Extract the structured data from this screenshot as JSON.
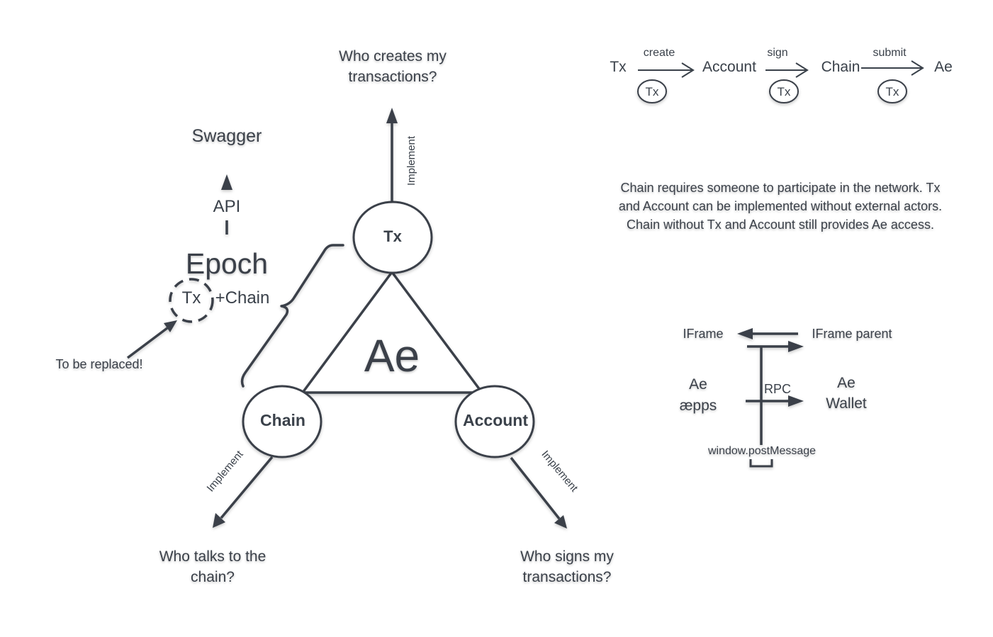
{
  "core": {
    "center_label": "Ae",
    "tx_label": "Tx",
    "chain_label": "Chain",
    "account_label": "Account"
  },
  "questions": {
    "tx_line1": "Who creates my",
    "tx_line2": "transactions?",
    "chain_line1": "Who talks to the",
    "chain_line2": "chain?",
    "account_line1": "Who signs my",
    "account_line2": "transactions?"
  },
  "implement_label": "Implement",
  "epoch": {
    "swagger": "Swagger",
    "api": "API",
    "title": "Epoch",
    "tx": "Tx",
    "chain": "+Chain",
    "replace_note": "To be replaced!"
  },
  "flow": {
    "tx": "Tx",
    "create": "create",
    "account": "Account",
    "sign": "sign",
    "chain": "Chain",
    "submit": "submit",
    "ae": "Ae",
    "token": "Tx"
  },
  "description": {
    "line1": "Chain requires someone to participate in the network. Tx",
    "line2": "and Account can be implemented without external actors.",
    "line3": "Chain without Tx and Account still provides Ae access."
  },
  "rpc": {
    "iframe": "IFrame",
    "iframe_parent": "IFrame parent",
    "aepps_line1": "Ae",
    "aepps_line2": "æpps",
    "rpc": "RPC",
    "wallet_line1": "Ae",
    "wallet_line2": "Wallet",
    "postmessage": "window.postMessage"
  },
  "colors": {
    "stroke": "#3a414a",
    "text": "#3a414a",
    "background": "#ffffff"
  }
}
